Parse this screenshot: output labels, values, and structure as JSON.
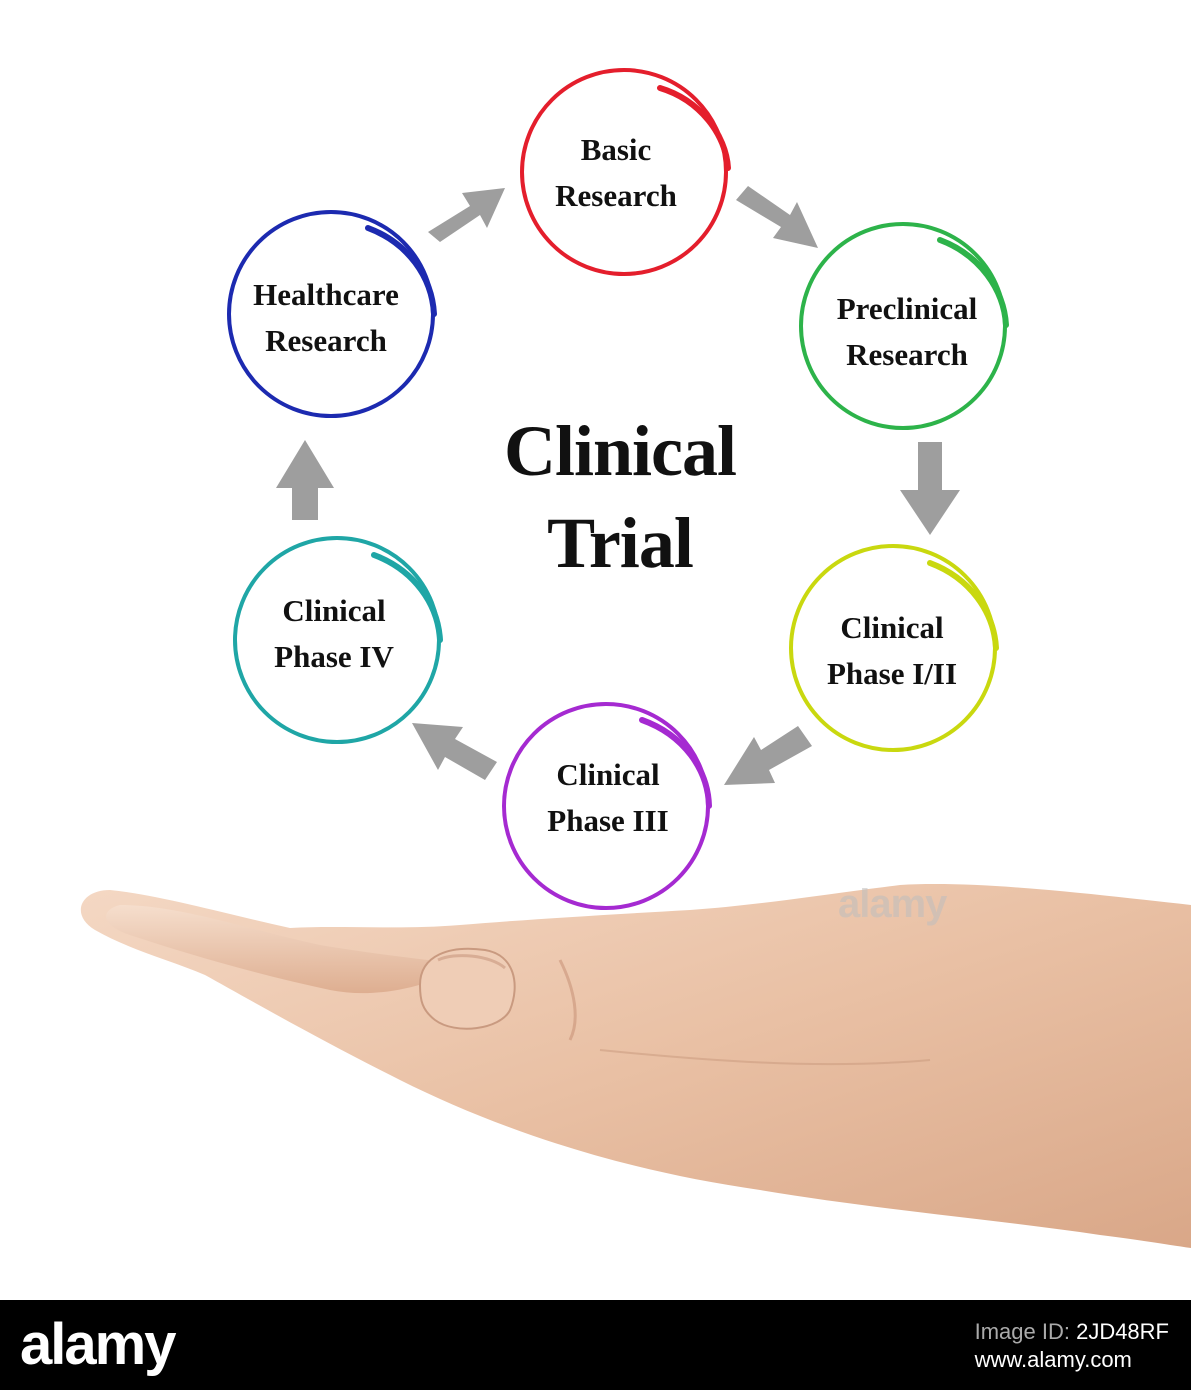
{
  "diagram": {
    "title_line1": "Clinical",
    "title_line2": "Trial",
    "nodes": [
      {
        "line1": "Basic",
        "line2": "Research",
        "color": "#e41e2c"
      },
      {
        "line1": "Preclinical",
        "line2": "Research",
        "color": "#2db34a"
      },
      {
        "line1": "Clinical",
        "line2": "Phase I/II",
        "color": "#c9d80f"
      },
      {
        "line1": "Clinical",
        "line2": "Phase III",
        "color": "#a52ad1"
      },
      {
        "line1": "Clinical",
        "line2": "Phase IV",
        "color": "#1fa6a6"
      },
      {
        "line1": "Healthcare",
        "line2": "Research",
        "color": "#1c2ab0"
      }
    ],
    "arrow_color": "#9e9e9e"
  },
  "watermark": "alamy",
  "footer": {
    "logo": "alamy",
    "id_label": "Image ID: ",
    "id_value": "2JD48RF",
    "url": "www.alamy.com"
  }
}
